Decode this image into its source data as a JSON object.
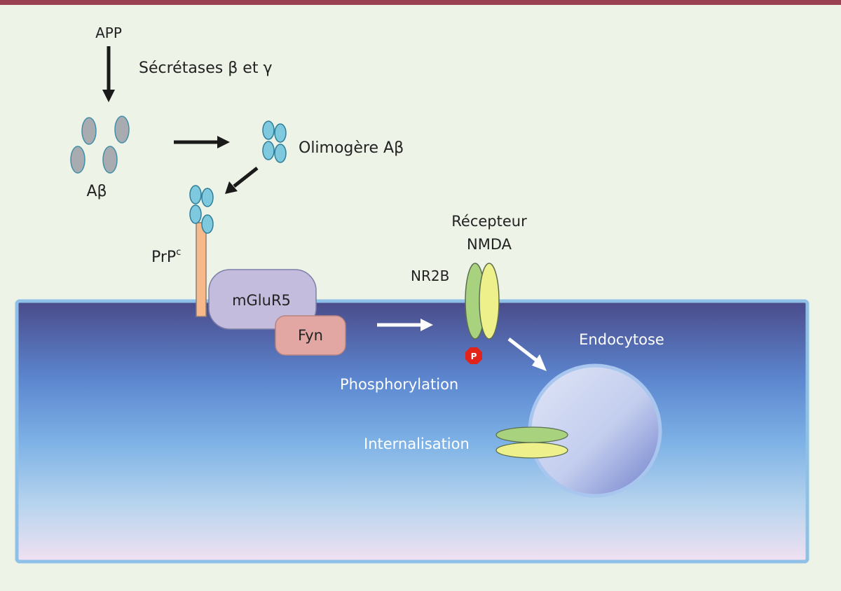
{
  "labels": {
    "app": "APP",
    "secretases": "Sécrétases β et γ",
    "abeta": "Aβ",
    "oligomer": "Olimogère Aβ",
    "prpc_base": "PrP",
    "prpc_sup": "c",
    "mglur5": "mGluR5",
    "fyn": "Fyn",
    "receptor_line1": "Récepteur",
    "receptor_line2": "NMDA",
    "nr2b": "NR2B",
    "phospho_badge": "P",
    "phosphorylation": "Phosphorylation",
    "endocytose": "Endocytose",
    "internalisation": "Internalisation"
  },
  "colors": {
    "top_bar": "#9b3f52",
    "background": "#eef3e8",
    "monomer": "#a8abaf",
    "oligomer": "#7ec9dd",
    "prpc": "#f7b88a",
    "mglur5": "#c4bcdc",
    "fyn": "#e3a7a3",
    "nr_green": "#a9d27f",
    "nr_yellow": "#eef08b",
    "phospho": "#e2231a",
    "cell_top": "#4a4b8a",
    "cell_mid": "#5b8fd6",
    "cell_bottom": "#ecdff0"
  }
}
